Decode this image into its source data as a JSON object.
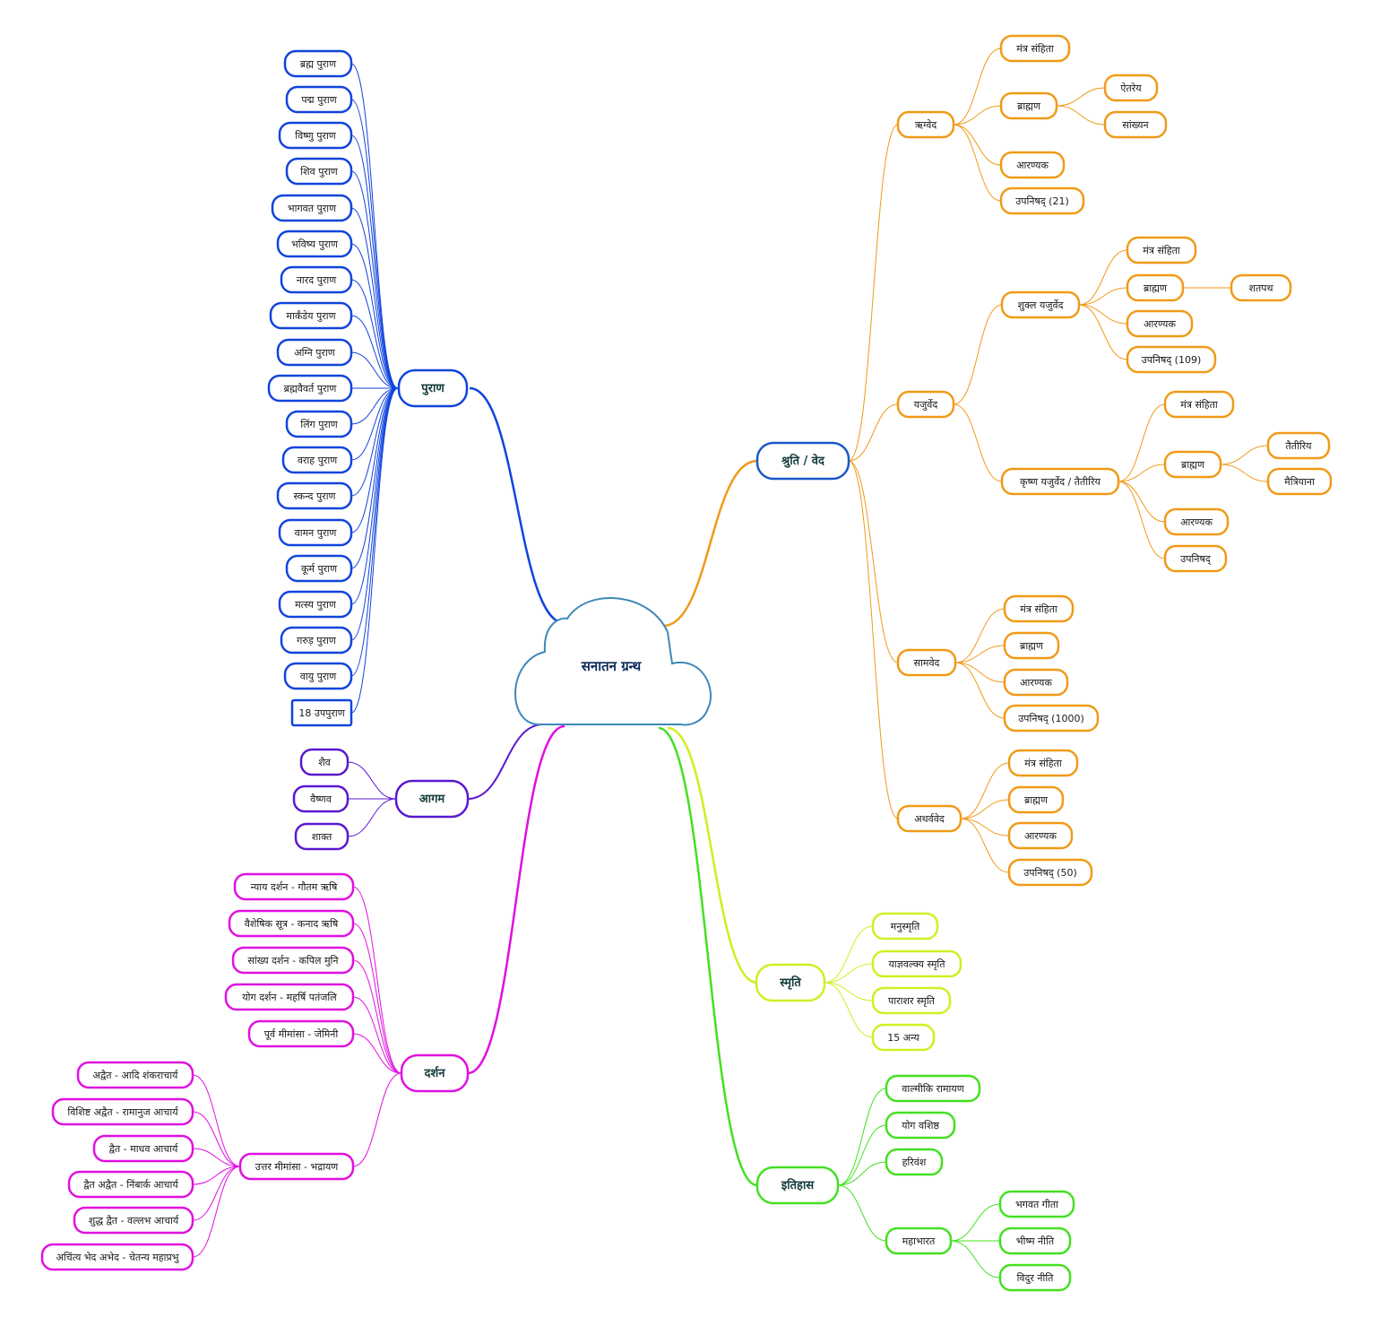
{
  "root": {
    "label": "सनातन ग्रन्थ",
    "color": "#3f88b8"
  },
  "branches": {
    "purana": {
      "label": "पुराण",
      "color": "#1144dd",
      "items": [
        "ब्रह्म पुराण",
        "पद्म पुराण",
        "विष्णु पुराण",
        "शिव पुराण",
        "भागवत पुराण",
        "भविष्य पुराण",
        "नारद पुराण",
        "मार्कंडेय पुराण",
        "अग्नि पुराण",
        "ब्रह्मवैवर्त पुराण",
        "लिंग पुराण",
        "वराह पुराण",
        "स्कन्द पुराण",
        "वामन पुराण",
        "कूर्म पुराण",
        "मत्स्य पुराण",
        "गरुड़ पुराण",
        "वायु पुराण",
        "18 उपपुराण"
      ]
    },
    "agam": {
      "label": "आगम",
      "color": "#5a18d0",
      "items": [
        "शैव",
        "वैष्णव",
        "शाक्त"
      ]
    },
    "darshan": {
      "label": "दर्शन",
      "color": "#e010e0",
      "items": [
        "न्याय दर्शन - गौतम ऋषि",
        "वैशेषिक सूत्र - कनाद ऋषि",
        "सांख्य दर्शन - कपिल मुनि",
        "योग दर्शन - महर्षि पतंजलि",
        "पूर्व मीमांसा - जेमिनी"
      ],
      "uttar": {
        "label": "उत्तर मीमांसा - भद्रायण",
        "items": [
          "अद्वैत - आदि शंकराचार्य",
          "विशिष्ट अद्वैत - रामानुज आचार्य",
          "द्वैत - माधव आचार्य",
          "द्वैत अद्वैत - निंबार्क आचार्य",
          "शुद्ध द्वैत - वल्लभ आचार्य",
          "अचिंत्य भेद अभेद - चेतन्य महाप्रभु"
        ]
      }
    },
    "shruti": {
      "label": "श्रुति / वेद",
      "color": "#f09a18",
      "box_color": "#1a58c8",
      "rigveda": {
        "label": "ऋग्वेद",
        "mantra": "मंत्र संहिता",
        "brahman": "ब्राह्मण",
        "aitareya": "ऐतरेय",
        "sankhyan": "सांख्यन",
        "aranyak": "आरण्यक",
        "upanishad": "उपनिषद् (21)"
      },
      "yajurveda": {
        "label": "यजुर्वेद",
        "shukla": {
          "label": "शुक्ल यजुर्वेद",
          "mantra": "मंत्र संहिता",
          "brahman": "ब्राह्मण",
          "shatapath": "शतपथ",
          "aranyak": "आरण्यक",
          "upanishad": "उपनिषद् (109)"
        },
        "krishna": {
          "label": "कृष्ण यजुर्वेद / तैतीरिय",
          "mantra": "मंत्र संहिता",
          "brahman": "ब्राह्मण",
          "taittiriya": "तैतीरिय",
          "maitrayana": "मैत्रियाना",
          "aranyak": "आरण्यक",
          "upanishad": "उपनिषद्"
        }
      },
      "samaveda": {
        "label": "सामवेद",
        "mantra": "मंत्र संहिता",
        "brahman": "ब्राह्मण",
        "aranyak": "आरण्यक",
        "upanishad": "उपनिषद् (1000)"
      },
      "atharvaveda": {
        "label": "अथर्ववेद",
        "mantra": "मंत्र संहिता",
        "brahman": "ब्राह्मण",
        "aranyak": "आरण्यक",
        "upanishad": "उपनिषद् (50)"
      }
    },
    "smriti": {
      "label": "स्मृति",
      "color": "#d2ee22",
      "items": [
        "मनुस्मृति",
        "याज्ञवल्क्य स्मृति",
        "पाराशर स्मृति",
        "15 अन्य"
      ]
    },
    "itihas": {
      "label": "इतिहास",
      "color": "#44e022",
      "items": [
        "वाल्मीकि रामायण",
        "योग वशिष्ठ",
        "हरिवंश"
      ],
      "mahabharat": {
        "label": "महाभारत",
        "items": [
          "भगवत गीता",
          "भीष्म नीति",
          "विदुर नीति"
        ]
      }
    }
  }
}
